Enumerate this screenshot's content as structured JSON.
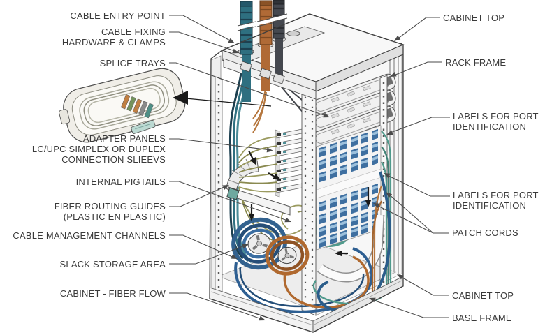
{
  "labels": {
    "left": [
      {
        "lines": [
          "CABLE ENTRY POINT"
        ]
      },
      {
        "lines": [
          "CABLE FIXING",
          "HARDWARE & CLAMPS"
        ]
      },
      {
        "lines": [
          "SPLICE TRAYS"
        ]
      },
      {
        "lines": [
          "ADAPTER PANELS",
          "LC/UPC SIMPLEX OR DUPLEX",
          "CONNECTION SLIEEVS"
        ]
      },
      {
        "lines": [
          "INTERNAL PIGTAILS"
        ]
      },
      {
        "lines": [
          "FIBER ROUTING GUIDES",
          "(PLASTIC EN PLASTIC)"
        ]
      },
      {
        "lines": [
          "CABLE MANAGEMENT CHANNELS"
        ]
      },
      {
        "lines": [
          "SLACK STORAGE AREA"
        ]
      },
      {
        "lines": [
          "CABINET - FIBER FLOW"
        ]
      }
    ],
    "right": [
      {
        "lines": [
          "CABINET TOP"
        ]
      },
      {
        "lines": [
          "RACK FRAME"
        ]
      },
      {
        "lines": [
          "LABELS FOR PORT",
          "IDENTIFICATION"
        ]
      },
      {
        "lines": [
          "LABELS FOR PORT",
          "IDENTIFICATION"
        ]
      },
      {
        "lines": [
          "PATCH CORDS"
        ]
      },
      {
        "lines": [
          "CABINET TOP"
        ]
      },
      {
        "lines": [
          "BASE FRAME"
        ]
      }
    ]
  },
  "palette": {
    "ink": "#3a3a3a",
    "leader_line": "#4a4a4a",
    "cable_teal": "#2e6f80",
    "cable_teal_dark": "#1d4050",
    "cable_orange": "#b06a36",
    "cable_orange_dark": "#7e4a22",
    "cable_black": "#45484f",
    "pigtail_olive": "#9b9b60",
    "connector_blue": "#3e6fa0",
    "connector_blue_light": "#9cc0dc",
    "patch_teal": "#4f9a8c",
    "patch_orange": "#b5763d",
    "spool_blue": "#33628f",
    "spool_orange": "#b0692f",
    "spool_teal": "#4f9a8c",
    "metal_light": "#f2f2f2",
    "metal_mid": "#e0e0e0"
  }
}
